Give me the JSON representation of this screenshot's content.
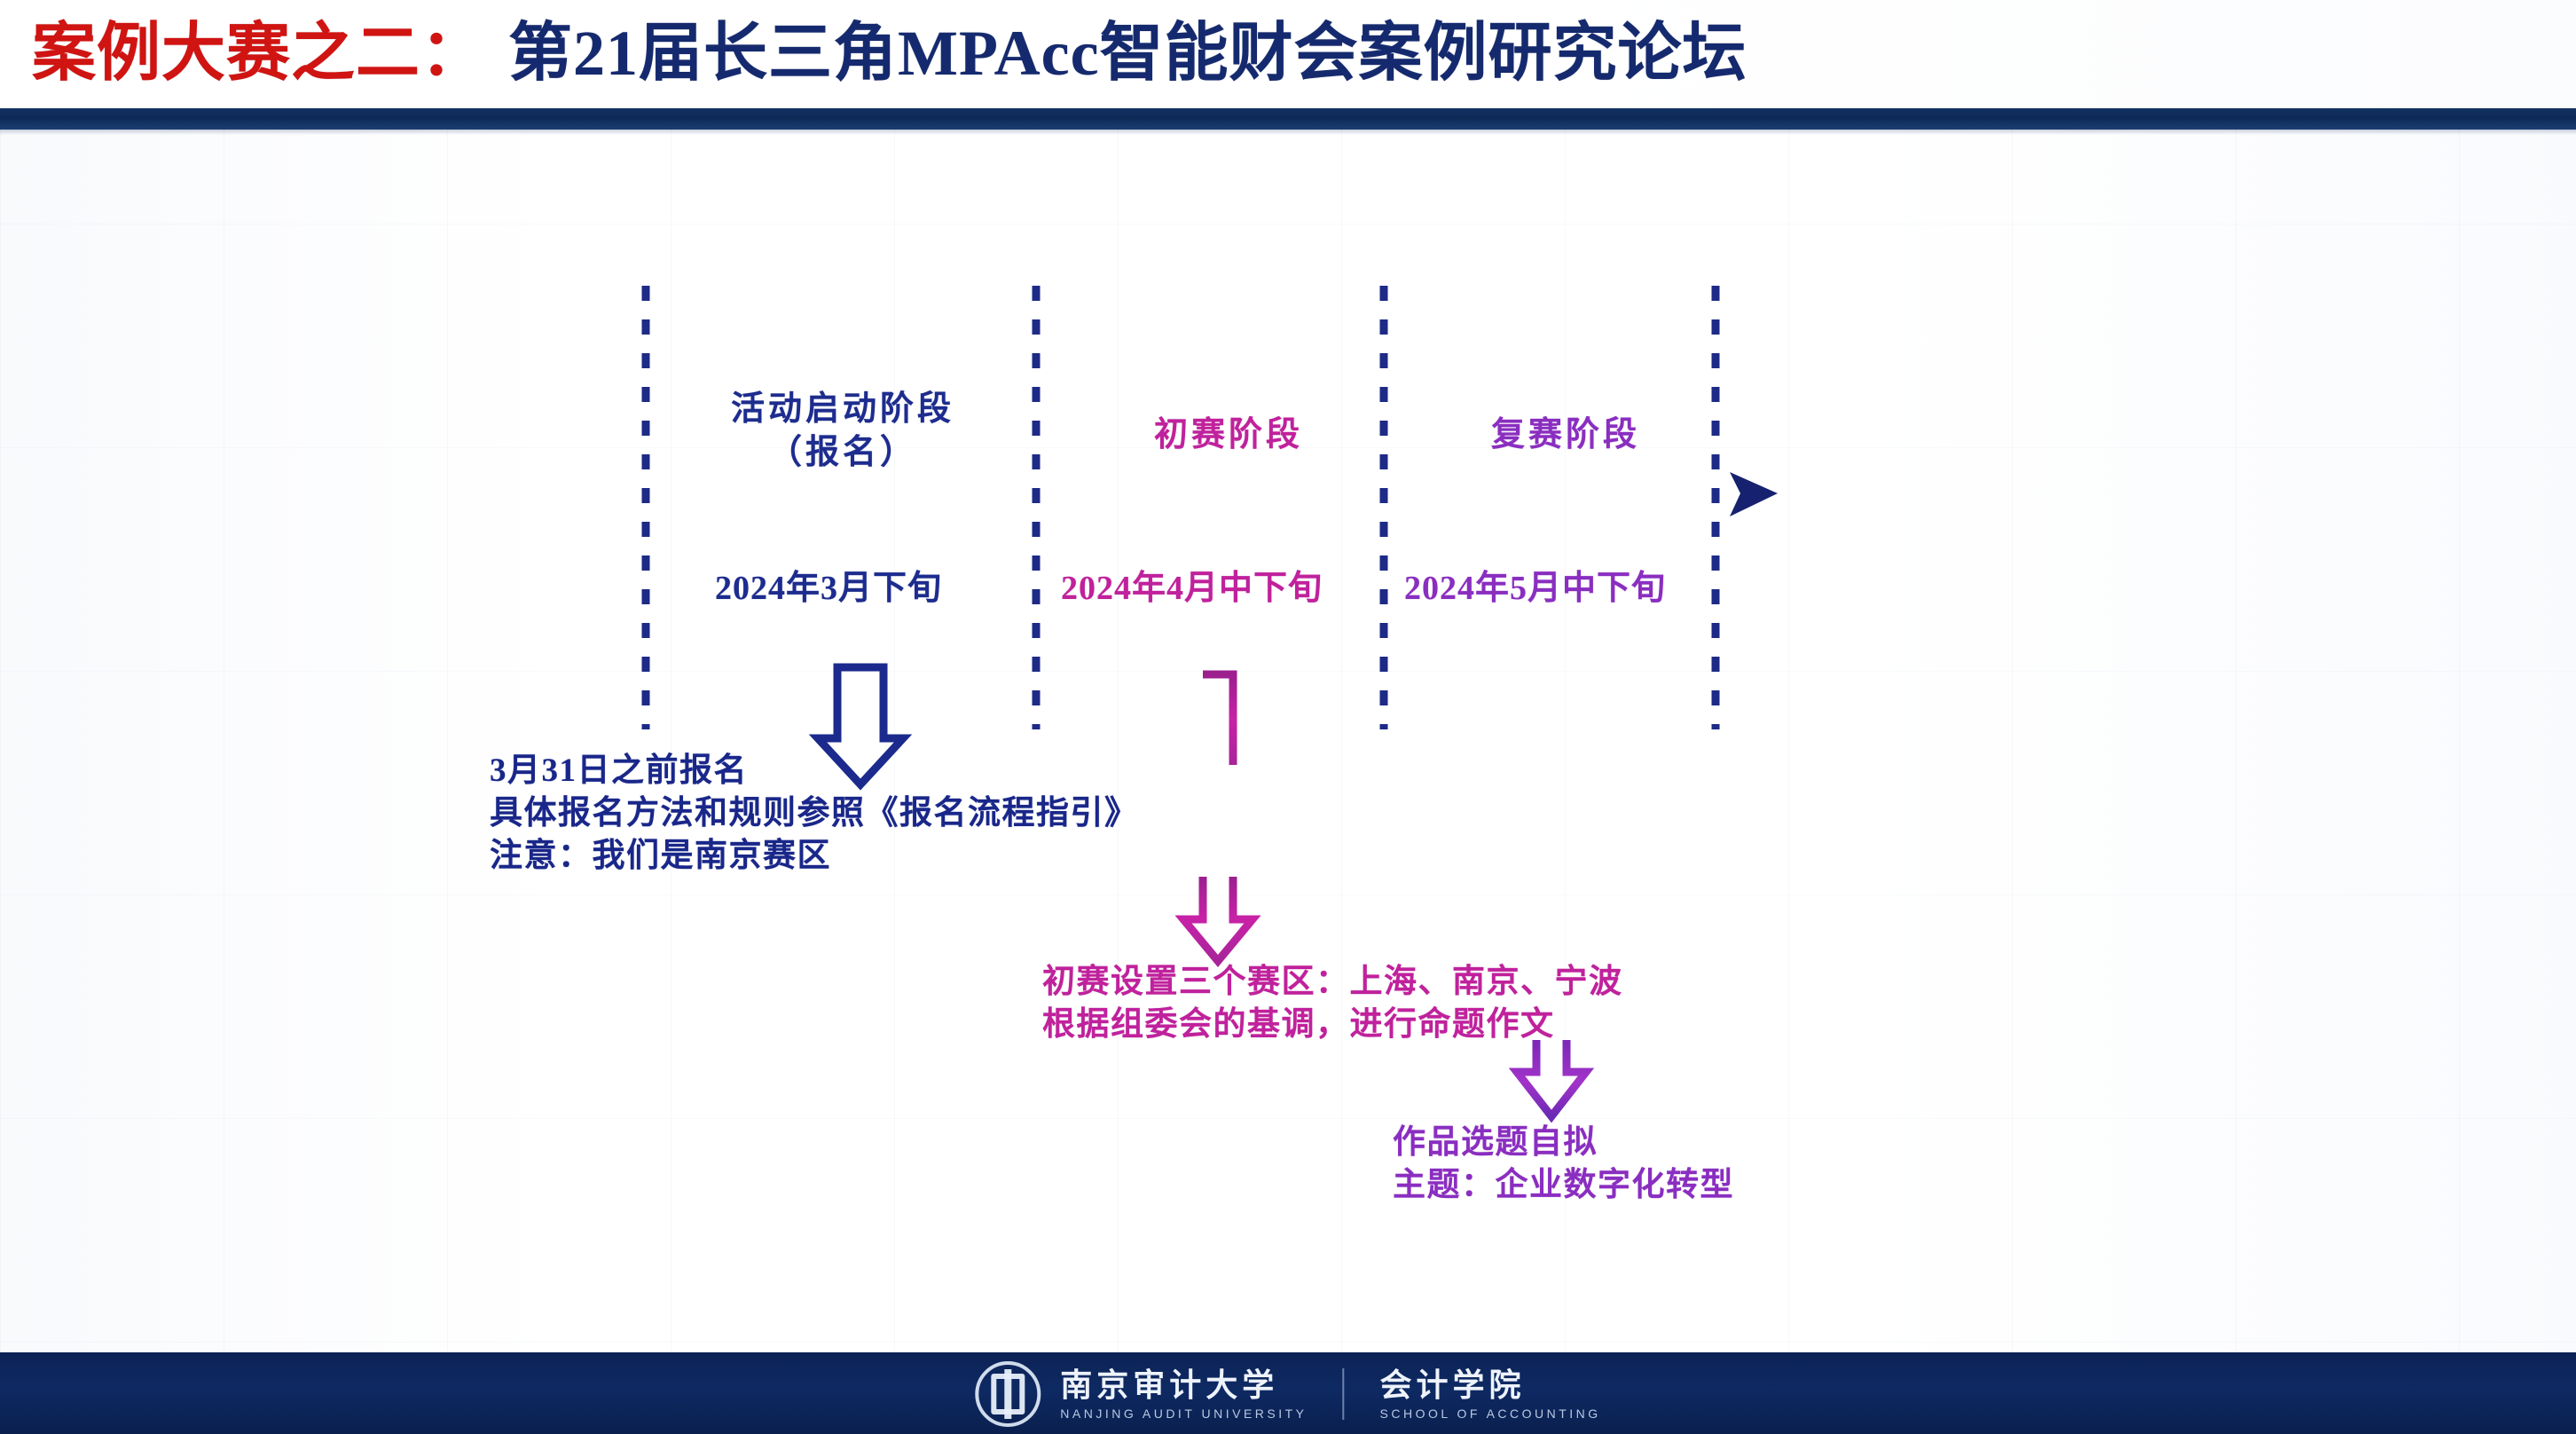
{
  "header": {
    "title_red": "案例大赛之二：",
    "title_navy": "第21届长三角MPAcc智能财会案例研究论坛",
    "accent_red": "#cf1412",
    "accent_navy": "#152a6e"
  },
  "timeline": {
    "phases": [
      {
        "name": "活动启动阶段",
        "name_line2": "（报名）",
        "date": "2024年3月下旬",
        "color": "#1d2c8e"
      },
      {
        "name": "初赛阶段",
        "name_line2": "",
        "date": "2024年4月中下旬",
        "color": "#c0219c"
      },
      {
        "name": "复赛阶段",
        "name_line2": "",
        "date": "2024年5月中下旬",
        "color": "#8a2ec0"
      }
    ]
  },
  "annotations": {
    "registration": {
      "lines": [
        "3月31日之前报名",
        "具体报名方法和规则参照《报名流程指引》",
        "注意：我们是南京赛区"
      ],
      "color": "#19278a"
    },
    "preliminary": {
      "lines": [
        "初赛设置三个赛区：上海、南京、宁波",
        "根据组委会的基调，进行命题作文"
      ],
      "color": "#c0219c"
    },
    "semifinal": {
      "lines": [
        "作品选题自拟",
        "主题：企业数字化转型"
      ],
      "color": "#8a2ec0"
    }
  },
  "footer": {
    "university_cn": "南京审计大学",
    "university_en": "NANJING AUDIT UNIVERSITY",
    "school_cn": "会计学院",
    "school_en": "SCHOOL OF ACCOUNTING",
    "bar_color": "#0e2a63"
  }
}
